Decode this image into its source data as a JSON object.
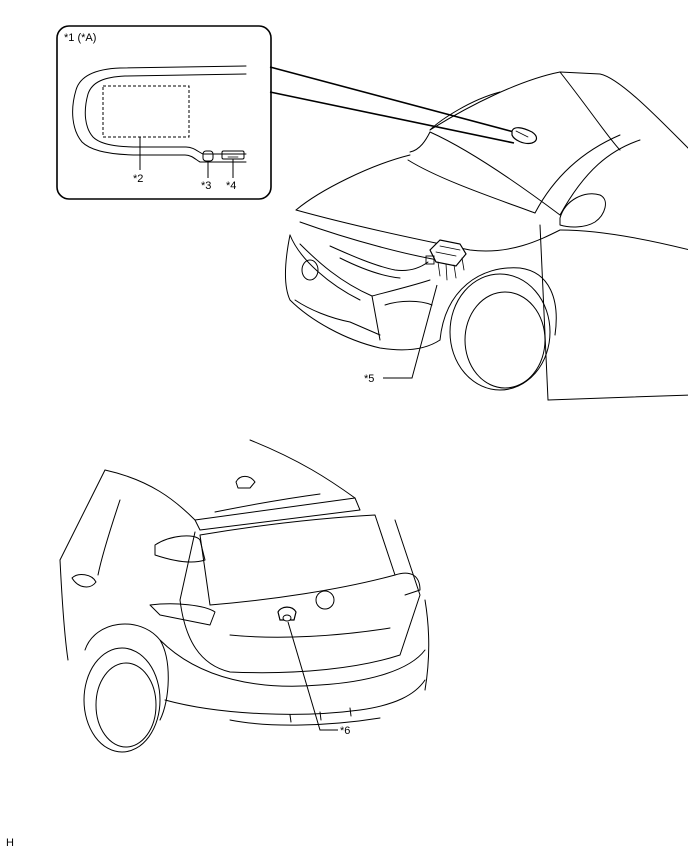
{
  "callouts": {
    "inset_label": "*1 (*A)",
    "c2": "*2",
    "c3": "*3",
    "c4": "*4",
    "c5": "*5",
    "c6": "*6"
  },
  "footer_code": "H"
}
